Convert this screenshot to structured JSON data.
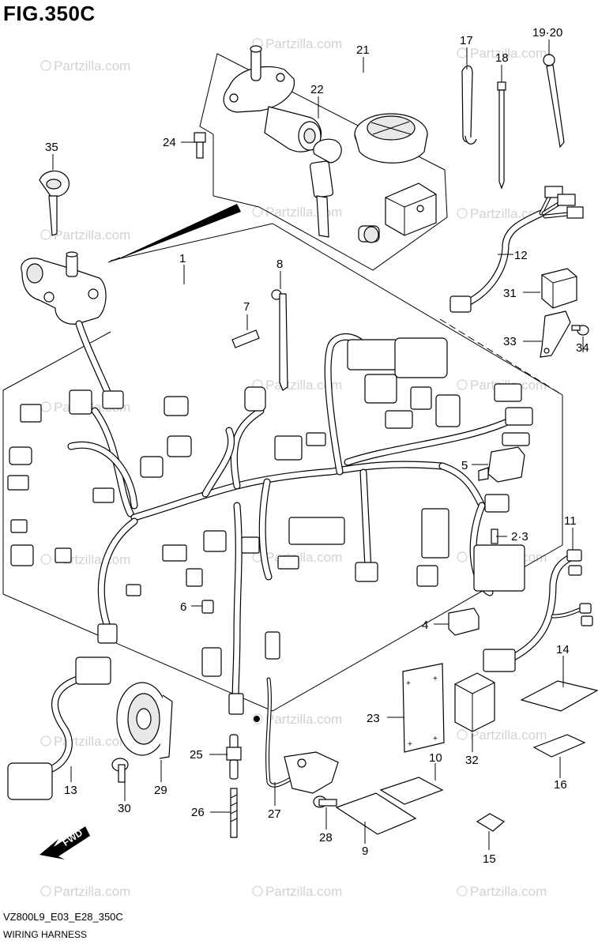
{
  "figure": {
    "title": "FIG.350C",
    "code": "VZ800L9_E03_E28_350C",
    "caption": "WIRING HARNESS",
    "fwd_label": "FWD"
  },
  "watermark": "Partzilla.com",
  "callouts": [
    "1",
    "2·3",
    "4",
    "5",
    "6",
    "7",
    "8",
    "9",
    "10",
    "11",
    "12",
    "13",
    "14",
    "15",
    "16",
    "17",
    "18",
    "19·20",
    "21",
    "22",
    "23",
    "24",
    "25",
    "26",
    "27",
    "28",
    "29",
    "30",
    "31",
    "32",
    "33",
    "34",
    "35"
  ]
}
